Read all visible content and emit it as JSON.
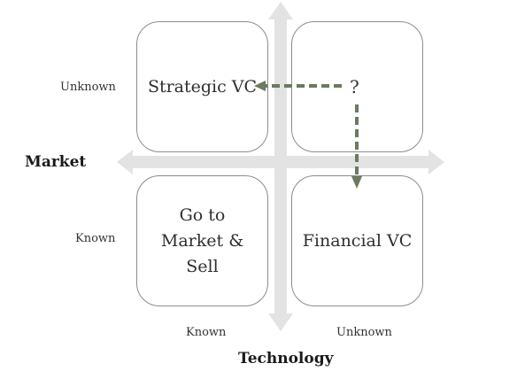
{
  "quadrants": {
    "top_left": "Strategic VC",
    "top_right": "",
    "bottom_left": "Go to Market & Sell",
    "bottom_right": "Financial VC"
  },
  "unknown_marker": "?",
  "axes": {
    "market": {
      "title": "Market",
      "top_label": "Unknown",
      "bottom_label": "Known"
    },
    "technology": {
      "title": "Technology",
      "left_label": "Known",
      "right_label": "Unknown"
    }
  },
  "colors": {
    "axis_arrow": "#e3e3e3",
    "dashed_arrow": "#6b7a60",
    "box_border": "#8c8c8c"
  }
}
